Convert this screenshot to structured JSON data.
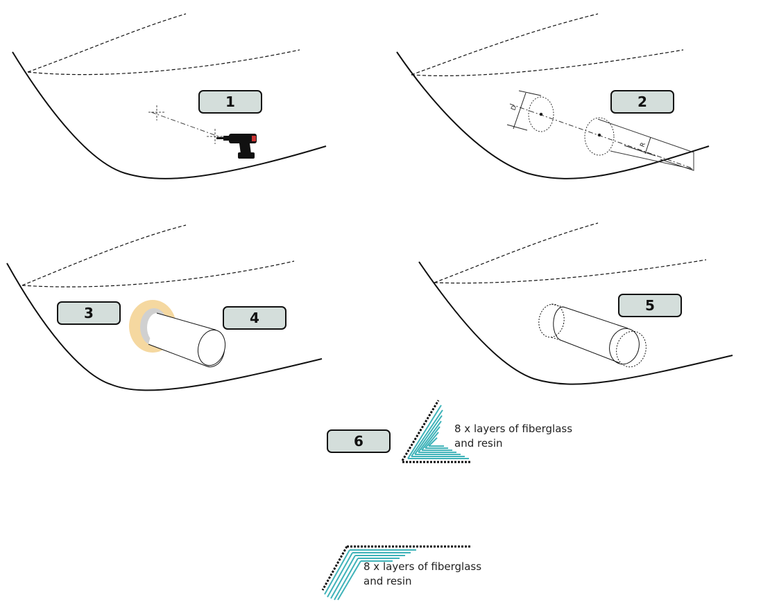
{
  "steps": [
    {
      "number": "1"
    },
    {
      "number": "2"
    },
    {
      "number": "3"
    },
    {
      "number": "4"
    },
    {
      "number": "5"
    },
    {
      "number": "6"
    }
  ],
  "dimensions": {
    "diameter": "D",
    "radius": "R"
  },
  "captions": [
    {
      "line1": "8 x layers of fiberglass",
      "line2": "and resin"
    },
    {
      "line1": "8 x layers of fiberglass",
      "line2": "and resin"
    }
  ],
  "colors": {
    "label_fill": "#d4dedb",
    "fiberglass": "#3fb3b9",
    "sealant_ring": "#f5d8a0",
    "outline": "#111111"
  },
  "icons": [
    "cordless-drill-icon"
  ]
}
